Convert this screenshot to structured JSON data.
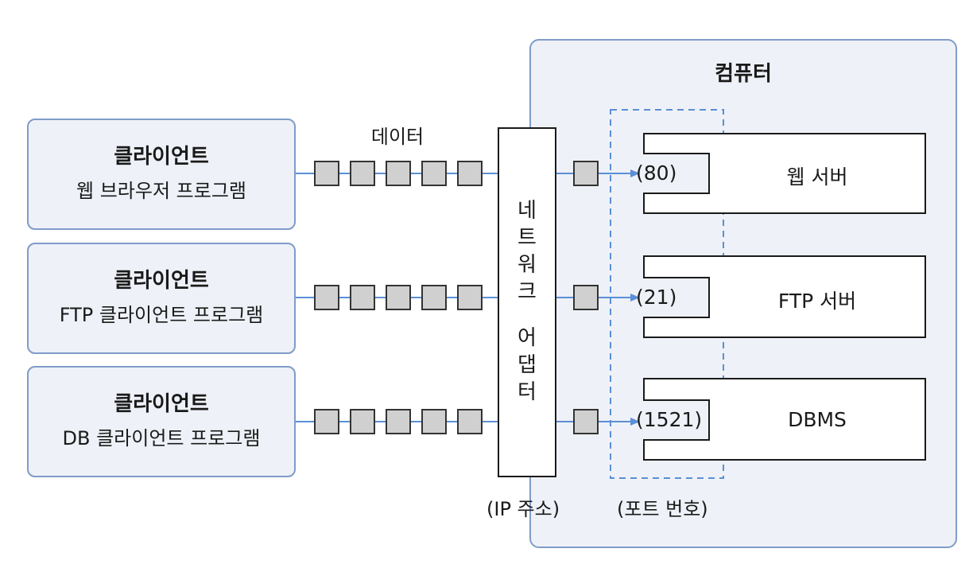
{
  "computer": {
    "title": "컴퓨터"
  },
  "data_label": "데이터",
  "clients": [
    {
      "title": "클라이언트",
      "program": "웹 브라우저 프로그램"
    },
    {
      "title": "클라이언트",
      "program": "FTP 클라이언트 프로그램"
    },
    {
      "title": "클라이언트",
      "program": "DB 클라이언트 프로그램"
    }
  ],
  "network_adapter": {
    "chars": [
      "네",
      "트",
      "워",
      "크",
      "어",
      "댑",
      "터"
    ],
    "caption": "(IP 주소)"
  },
  "port_caption": "(포트 번호)",
  "servers": [
    {
      "port": "(80)",
      "name": "웹 서버"
    },
    {
      "port": "(21)",
      "name": "FTP 서버"
    },
    {
      "port": "(1521)",
      "name": "DBMS"
    }
  ],
  "colors": {
    "panel_fill": "#eef1f7",
    "panel_border": "#7f9cc9",
    "connector_line": "#5b8fd6",
    "packet_fill": "#d0d0d0",
    "packet_border": "#333333"
  }
}
